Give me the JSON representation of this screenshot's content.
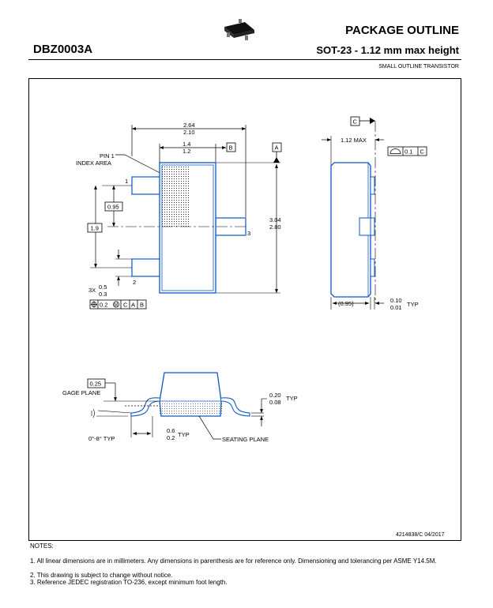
{
  "header": {
    "doc_id": "DBZ0003A",
    "title": "PACKAGE OUTLINE",
    "subtitle": "SOT-23 - 1.12 mm max height",
    "description": "SMALL OUTLINE TRANSISTOR"
  },
  "top_view": {
    "width_max": "2.64",
    "width_min": "2.10",
    "body_max": "1.4",
    "body_min": "1.2",
    "datum_b": "B",
    "datum_a": "A",
    "pin1_label_line1": "PIN 1",
    "pin1_label_line2": "INDEX AREA",
    "pin1": "1",
    "pin2": "2",
    "pin3": "3",
    "pitch": "0.95",
    "span": "1.9",
    "length_max": "3.04",
    "length_min": "2.80",
    "lead_width_prefix": "3X",
    "lead_width_max": "0.5",
    "lead_width_min": "0.3",
    "fcf_tol": "0.2",
    "fcf_datum1": "C",
    "fcf_datum2": "A",
    "fcf_datum3": "B"
  },
  "side_view": {
    "datum_c": "C",
    "height_max": "1.12 MAX",
    "flatness_tol": "0.1",
    "flatness_datum": "C",
    "ref_dim": "(0.95)",
    "standoff_max": "0.10",
    "standoff_min": "0.01",
    "standoff_typ": "TYP"
  },
  "front_view": {
    "gage_value": "0.25",
    "gage_label": "GAGE PLANE",
    "angle": "0°-8° TYP",
    "foot_max": "0.6",
    "foot_min": "0.2",
    "foot_typ": "TYP",
    "seating_label": "SEATING PLANE",
    "lead_max": "0.20",
    "lead_min": "0.08",
    "lead_typ": "TYP"
  },
  "drawing_number": "4214838/C  04/2017",
  "notes": {
    "heading": "NOTES:",
    "items": [
      "1. All linear dimensions are in millimeters. Any dimensions in parenthesis are for reference only. Dimensioning and tolerancing per ASME Y14.5M.",
      "2. This drawing is subject to change without notice.",
      "3. Reference JEDEC registration TO-236, except minimum foot length."
    ]
  },
  "colors": {
    "package_outline": "#0a57c8",
    "dimension_lines": "#000000"
  }
}
